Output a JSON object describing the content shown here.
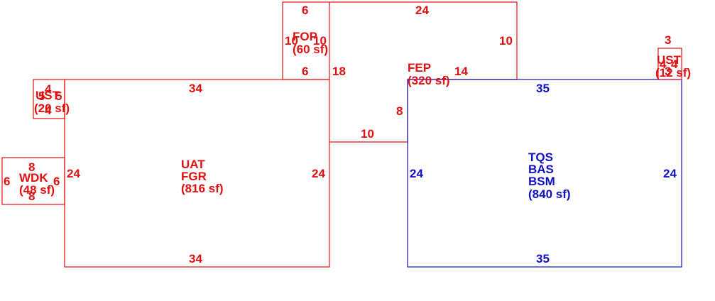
{
  "colors": {
    "red": "#e01010",
    "blue": "#1010c8"
  },
  "areas": {
    "uat": {
      "codes": [
        "UAT",
        "FGR"
      ],
      "sf": "(816 sf)",
      "dims": {
        "top": "34",
        "bottom": "34",
        "left": "24",
        "right": "24"
      }
    },
    "fop": {
      "codes": [
        "FOP"
      ],
      "sf": "(60 sf)",
      "dims": {
        "top": "6",
        "bottom": "6",
        "left": "10",
        "right": "10"
      }
    },
    "fep": {
      "codes": [
        "FEP"
      ],
      "sf": "(320 sf)",
      "dims": {
        "top": "24",
        "right": "10",
        "inner_bottom": "14",
        "left_upper": "18",
        "step_right": "8",
        "step_bottom": "10"
      }
    },
    "tqs": {
      "codes": [
        "TQS",
        "BAS",
        "BSM"
      ],
      "sf": "(840 sf)",
      "dims": {
        "top": "35",
        "bottom": "35",
        "left": "24",
        "right": "24"
      }
    },
    "ust_left": {
      "codes": [
        "UST"
      ],
      "sf": "(20 sf)",
      "dims": {
        "top": "4",
        "bottom": "4",
        "left": "5",
        "right": "5"
      }
    },
    "wdk": {
      "codes": [
        "WDK"
      ],
      "sf": "(48 sf)",
      "dims": {
        "top": "8",
        "bottom": "8",
        "left": "6",
        "right": "6"
      }
    },
    "ust_right": {
      "codes": [
        "UST"
      ],
      "sf": "(12 sf)",
      "dims": {
        "top": "3",
        "bottom": "3",
        "left": "4",
        "right": "4"
      }
    }
  }
}
